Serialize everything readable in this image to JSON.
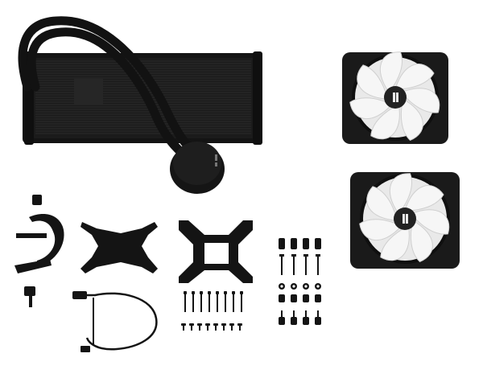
{
  "scene": {
    "background": "#ffffff",
    "colors": {
      "metal_black": "#141414",
      "radiator_dark": "#1b1b1b",
      "fin_line": "#2b2b2b",
      "fan_blade": "#f4f4f4",
      "fan_blade_shadow": "#d6d6d6",
      "fan_frame": "#1a1a1a",
      "logo": "#2a2a2a"
    },
    "components": [
      {
        "kind": "radiator",
        "count": 1
      },
      {
        "kind": "pump-block",
        "count": 1
      },
      {
        "kind": "fan",
        "count": 2
      },
      {
        "kind": "amd-bracket",
        "count": 1
      },
      {
        "kind": "intel-bracket",
        "count": 1
      },
      {
        "kind": "backplate",
        "count": 1
      },
      {
        "kind": "cable",
        "count": 1
      },
      {
        "kind": "long-screws",
        "count": 8
      },
      {
        "kind": "short-screws",
        "count": 8
      },
      {
        "kind": "standoffs",
        "count": 4
      }
    ]
  }
}
